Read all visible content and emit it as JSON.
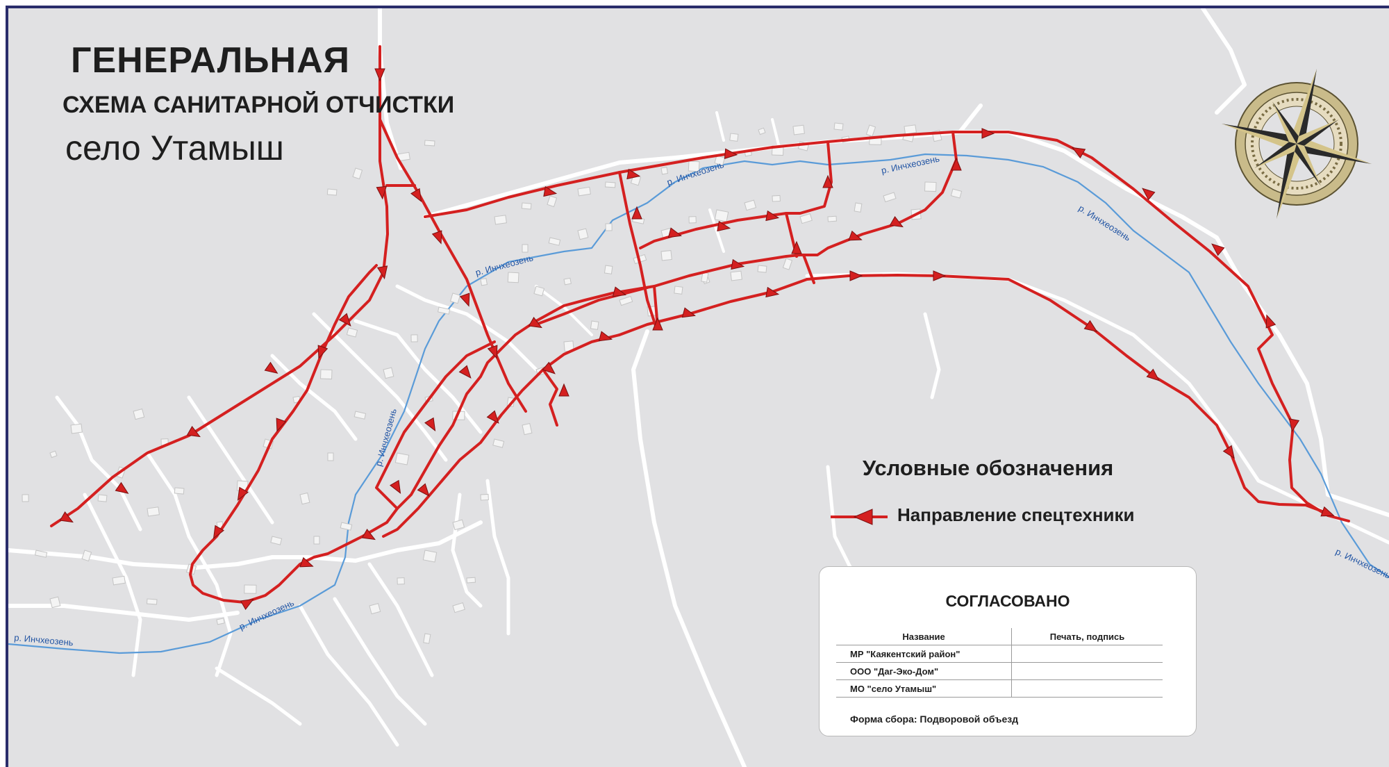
{
  "title": {
    "line1": "ГЕНЕРАЛЬНАЯ",
    "line2": "СХЕМА САНИТАРНОЙ ОТЧИСТКИ",
    "line3": "село Утамыш"
  },
  "river_labels": [
    "р. Инчхеозень",
    "р. Инчхеозень",
    "р. Инчхеозень",
    "р. Инчхеозень",
    "р. Инчхеозень",
    "р. Инчхеозень",
    "р. Инчхеозень"
  ],
  "legend": {
    "title": "Условные обозначения",
    "items": [
      {
        "label": "Направление спецтехники",
        "color": "#d42020"
      }
    ]
  },
  "approval": {
    "title": "СОГЛАСОВАНО",
    "headers": [
      "Название",
      "Печать, подпись"
    ],
    "rows": [
      {
        "name": "МР \"Каякентский район\"",
        "stamp": ""
      },
      {
        "name": "ООО \"Даг-Эко-Дом\"",
        "stamp": ""
      },
      {
        "name": "МО \"село Утамыш\"",
        "stamp": ""
      }
    ],
    "footer": "Форма сбора: Подворовой объезд"
  },
  "colors": {
    "route": "#d42020",
    "river": "#5a9bd8",
    "road": "#ffffff",
    "background": "#e1e1e3",
    "frame": "#2a2d6b"
  },
  "icons": [
    "compass-rose-icon",
    "route-arrow-icon"
  ]
}
